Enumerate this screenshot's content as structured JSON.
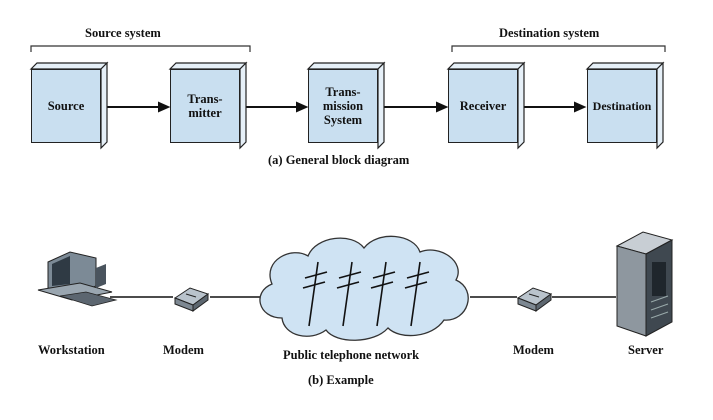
{
  "part_a": {
    "source_system_label": "Source system",
    "destination_system_label": "Destination system",
    "blocks": [
      "Source",
      "Trans-\nmitter",
      "Trans-\nmission\nSystem",
      "Receiver",
      "Destination"
    ],
    "caption": "(a) General block diagram"
  },
  "part_b": {
    "labels": {
      "workstation": "Workstation",
      "modem_left": "Modem",
      "network": "Public telephone network",
      "modem_right": "Modem",
      "server": "Server"
    },
    "caption": "(b) Example"
  },
  "colors": {
    "block_fill": "#c9dff0",
    "cloud_fill": "#cfe3f3",
    "line": "#222222"
  }
}
